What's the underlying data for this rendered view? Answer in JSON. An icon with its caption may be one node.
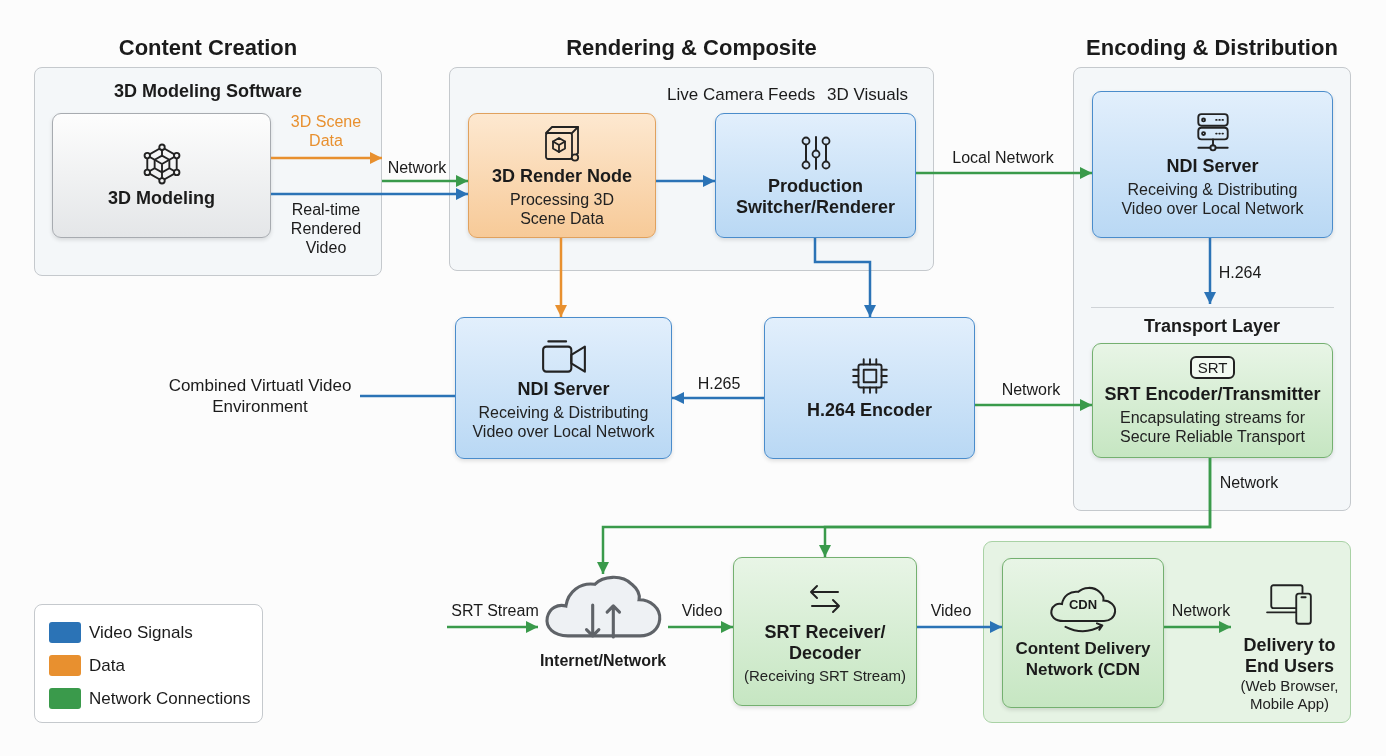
{
  "diagram": {
    "nodes": [
      {
        "text": [
          "Content Creation",
          "3D Modeling Software"
        ]
      },
      {
        "text": [
          "3D Modeling"
        ],
        "in": 0
      },
      {
        "text": [
          "Rendering & Composite"
        ]
      },
      {
        "text": [
          "3D Render Node",
          "Processing 3D Scene Data"
        ],
        "in": 2
      },
      {
        "text": [
          "Production Switcher/Renderer"
        ],
        "in": 2,
        "beside": [
          "Live Camera Feeds",
          "3D Visuals"
        ]
      },
      {
        "text": [
          "Encoding & Distribution",
          "Transport Layer"
        ]
      },
      {
        "text": [
          "NDI Server",
          "Receiving & Distributing Video over Local Network"
        ],
        "in": 5
      },
      {
        "text": [
          "SRT",
          "SRT Encoder/Transmitter",
          "Encapsulating streams for Secure Reliable Transport"
        ],
        "in": 5
      },
      {
        "text": [
          "NDI Server",
          "Receiving & Distributing Video over Local Network"
        ]
      },
      {
        "text": [
          "H.264 Encoder"
        ]
      },
      {
        "text": [
          "Combined Virtuatl Video Environment"
        ]
      },
      {
        "text": [
          "Internet/Network"
        ]
      },
      {
        "text": [
          "SRT Receiver/ Decoder",
          "(Receiving SRT Stream)"
        ]
      },
      {
        "text": [],
        "shape": "box"
      },
      {
        "text": [
          "CDN",
          "Content Delivery Network (CDN"
        ],
        "in": 13
      },
      {
        "text": [
          "Delivery to End Users",
          "(Web Browser, Mobile App)"
        ],
        "in": 13
      }
    ],
    "edges": [
      {
        "from": 1,
        "to": 0,
        "arrow": "to",
        "label": "3D Scene Data",
        "color": "#e8902f"
      },
      {
        "from": 1,
        "to": 3,
        "arrow": "to",
        "label": "Real-time Rendered Video",
        "color": "#2b73b6"
      },
      {
        "from": 0,
        "to": 3,
        "arrow": "to",
        "label": "Network"
      },
      {
        "from": 3,
        "to": 4,
        "arrow": "to",
        "color": "#2b73b6"
      },
      {
        "from": 4,
        "to": 6,
        "arrow": "to",
        "label": "Local Network"
      },
      {
        "from": 3,
        "to": 8,
        "arrow": "to",
        "color": "#e8902f"
      },
      {
        "from": 4,
        "to": 9,
        "arrow": "to",
        "color": "#2b73b6"
      },
      {
        "from": 9,
        "to": 8,
        "arrow": "to",
        "label": "H.265",
        "color": "#2b73b6"
      },
      {
        "from": 8,
        "to": 10,
        "arrow": "none",
        "color": "#2b73b6"
      },
      {
        "from": 6,
        "to": null,
        "arrow": "to",
        "label": "H.264",
        "color": "#2b73b6"
      },
      {
        "from": 9,
        "to": 7,
        "arrow": "to",
        "label": "Network"
      },
      {
        "from": 7,
        "to": 11,
        "arrow": "to",
        "label": "Network"
      },
      {
        "from": 7,
        "to": 12,
        "arrow": "to"
      },
      {
        "from": null,
        "to": 11,
        "arrow": "to",
        "label": "SRT Stream"
      },
      {
        "from": 11,
        "to": 12,
        "arrow": "to",
        "label": "Video"
      },
      {
        "from": 12,
        "to": 14,
        "arrow": "to",
        "label": "Video",
        "color": "#2b73b6"
      },
      {
        "from": 14,
        "to": 15,
        "arrow": "to",
        "label": "Network"
      }
    ],
    "legend": [
      {
        "text": "Video Signals",
        "color": "#2b73b6"
      },
      {
        "text": "Data",
        "color": "#e8902f"
      },
      {
        "text": "Network Connections",
        "color": "#3a9a4b"
      }
    ]
  }
}
